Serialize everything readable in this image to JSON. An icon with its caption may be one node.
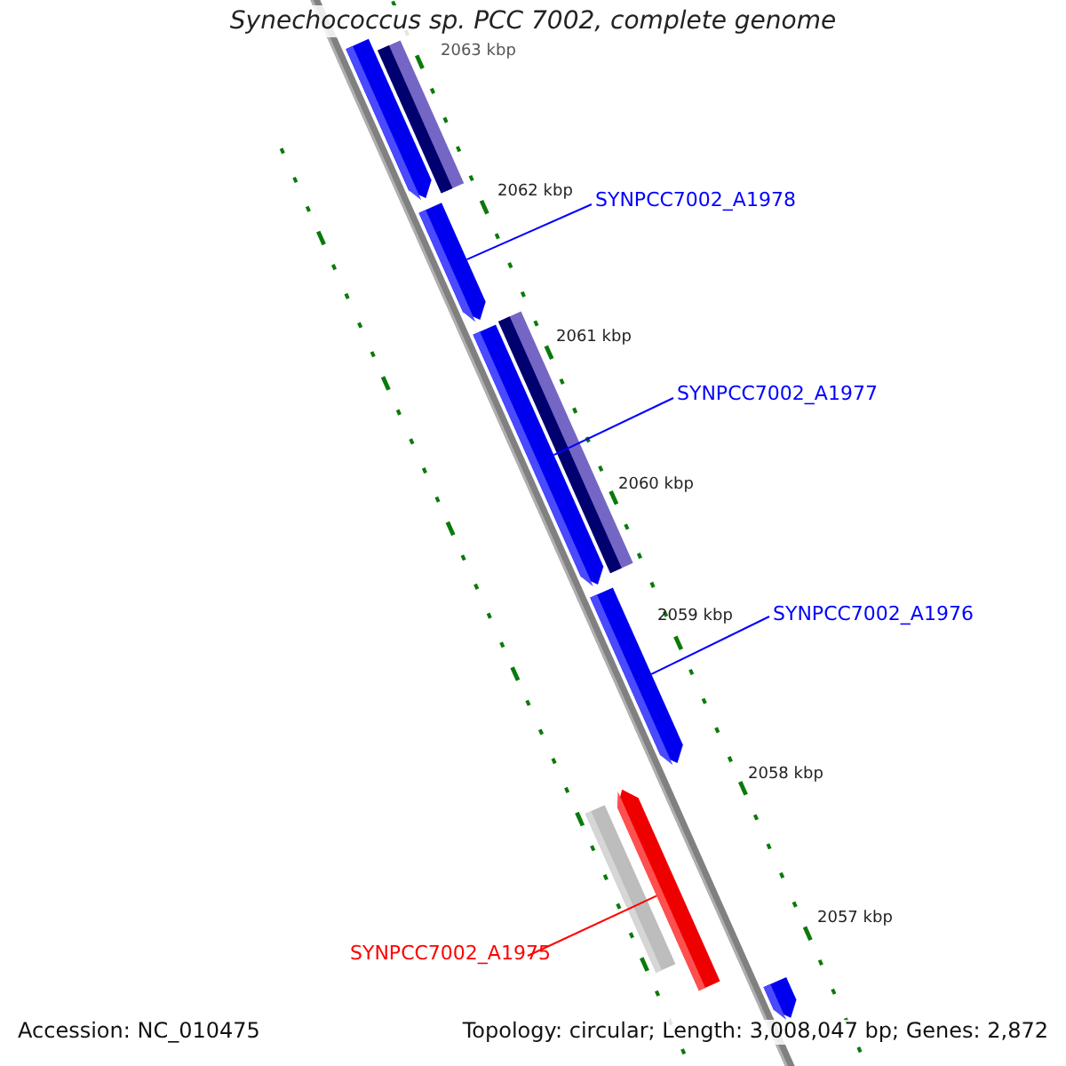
{
  "diagram": {
    "title": "Synechococcus sp. PCC 7002, complete genome",
    "nodes": [
      {
        "text": [],
        "shape": "bar"
      },
      {
        "text": [],
        "shape": "bar"
      },
      {
        "text": [
          "SYNPCC7002_A1978"
        ]
      },
      {
        "text": [],
        "shape": "bar"
      },
      {
        "text": [],
        "shape": "bar"
      },
      {
        "text": [],
        "shape": "bar"
      },
      {
        "text": [
          "SYNPCC7002_A1977"
        ]
      },
      {
        "text": [],
        "shape": "bar"
      },
      {
        "text": [
          "SYNPCC7002_A1976"
        ]
      },
      {
        "text": [],
        "shape": "bar"
      },
      {
        "text": [],
        "shape": "bar"
      },
      {
        "text": [
          "SYNPCC7002_A1975"
        ]
      },
      {
        "text": [],
        "shape": "bar"
      }
    ],
    "edges": [
      {
        "from": 2,
        "to": 3,
        "arrow": "none"
      },
      {
        "from": 6,
        "to": 5,
        "arrow": "none"
      },
      {
        "from": 8,
        "to": 7,
        "arrow": "none"
      },
      {
        "from": 11,
        "to": 10,
        "arrow": "none",
        "color": "#ff0000"
      }
    ],
    "labels": [
      "2063 kbp",
      "2062 kbp",
      "2061 kbp",
      "2060 kbp",
      "2059 kbp",
      "2058 kbp",
      "2057 kbp",
      "Accession: NC_010475",
      "Topology: circular; Length: 3,008,047 bp; Genes: 2,872"
    ]
  }
}
